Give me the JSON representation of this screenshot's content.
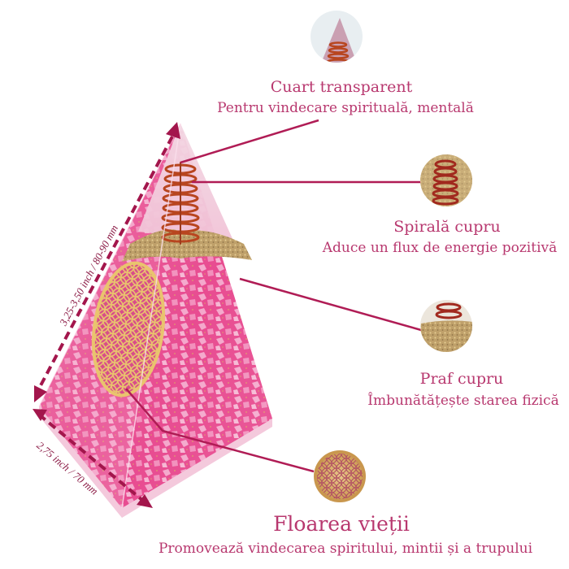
{
  "colors": {
    "text_accent": "#b8386f",
    "leader_line": "#b01c55",
    "dimension": "#a3164c",
    "pyramid_pink": "#e8418c",
    "pyramid_light": "#f7b7d3",
    "copper": "#c25b2f",
    "gold": "#d6b25e"
  },
  "dimensions": {
    "height_label": "3,25-3,50 inch / 80-90 mm",
    "base_label": "2,75 inch / 70 mm"
  },
  "callouts": [
    {
      "id": "quartz",
      "icon": "clear-quartz-pyramid-thumbnail",
      "title": "Cuart transparent",
      "subtitle": "Pentru vindecare spirituală, mentală"
    },
    {
      "id": "copper-spiral",
      "icon": "copper-spiral-thumbnail",
      "title": "Spirală cupru",
      "subtitle": "Aduce un flux de energie pozitivă"
    },
    {
      "id": "copper-dust",
      "icon": "copper-dust-thumbnail",
      "title": "Praf cupru",
      "subtitle": "Îmbunătățește starea fizică"
    },
    {
      "id": "flower-of-life",
      "icon": "flower-of-life-thumbnail",
      "title": "Floarea vieții",
      "subtitle": "Promovează vindecarea spiritului, mintii și a trupului"
    }
  ]
}
